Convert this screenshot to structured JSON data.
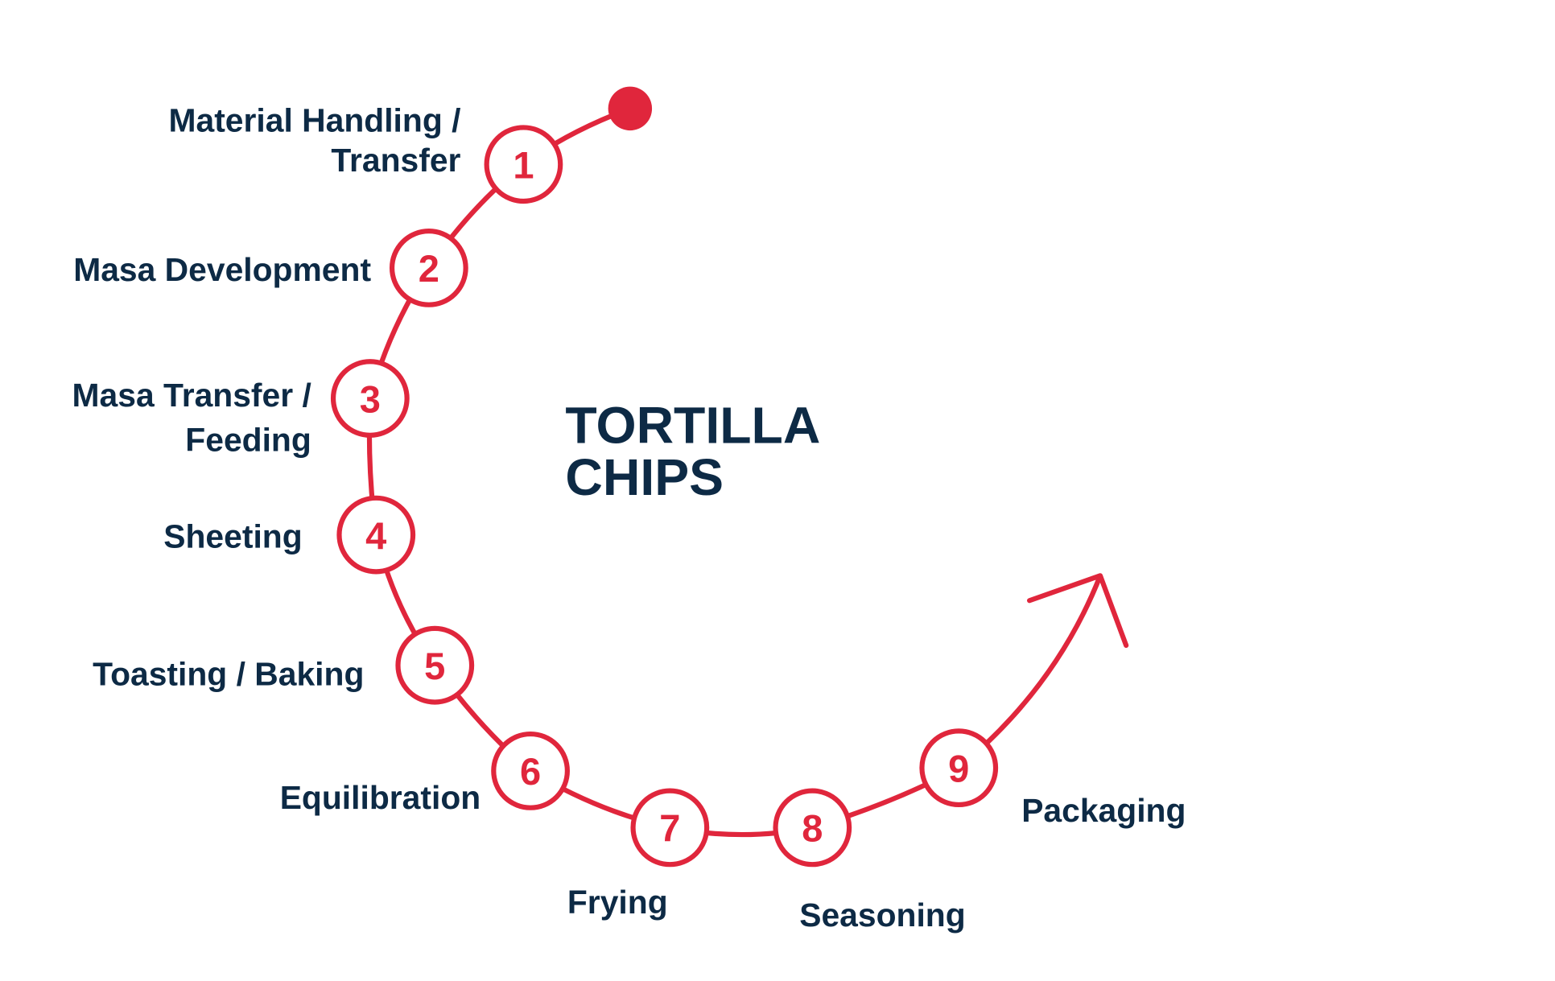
{
  "title": {
    "line1": "TORTILLA",
    "line2": "CHIPS"
  },
  "colors": {
    "accent": "#e0263c",
    "text": "#0d2a45"
  },
  "steps": [
    {
      "number": "1",
      "label": [
        "Material Handling /",
        "Transfer"
      ]
    },
    {
      "number": "2",
      "label": [
        "Masa Development"
      ]
    },
    {
      "number": "3",
      "label": [
        "Masa Transfer /",
        "Feeding"
      ]
    },
    {
      "number": "4",
      "label": [
        "Sheeting"
      ]
    },
    {
      "number": "5",
      "label": [
        "Toasting / Baking"
      ]
    },
    {
      "number": "6",
      "label": [
        "Equilibration"
      ]
    },
    {
      "number": "7",
      "label": [
        "Frying"
      ]
    },
    {
      "number": "8",
      "label": [
        "Seasoning"
      ]
    },
    {
      "number": "9",
      "label": [
        "Packaging"
      ]
    }
  ]
}
